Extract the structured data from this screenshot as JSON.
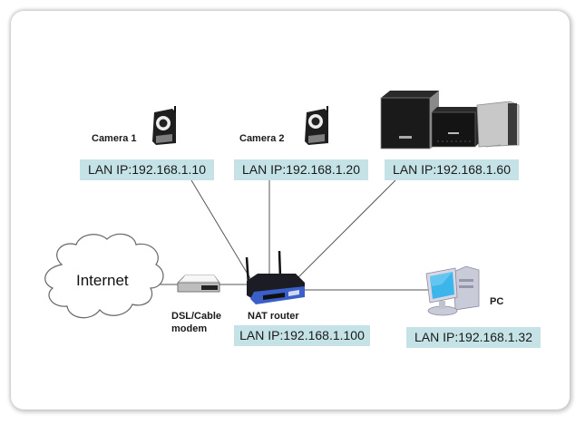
{
  "diagram": {
    "nodes": {
      "camera1": {
        "label": "Camera 1",
        "ip": "LAN IP:192.168.1.10",
        "icon": "ip-camera-icon"
      },
      "camera2": {
        "label": "Camera 2",
        "ip": "LAN IP:192.168.1.20",
        "icon": "ip-camera-icon"
      },
      "nas": {
        "label": "",
        "ip": "LAN IP:192.168.1.60",
        "icon": "nas-storage-icon"
      },
      "internet": {
        "label": "Internet",
        "icon": "cloud-icon"
      },
      "modem": {
        "label_line1": "DSL/Cable",
        "label_line2": "modem",
        "icon": "modem-icon"
      },
      "router": {
        "label": "NAT router",
        "ip": "LAN IP:192.168.1.100",
        "icon": "wireless-router-icon"
      },
      "pc": {
        "label": "PC",
        "ip": "LAN IP:192.168.1.32",
        "icon": "desktop-pc-icon"
      }
    },
    "edges": [
      [
        "internet",
        "modem"
      ],
      [
        "modem",
        "router"
      ],
      [
        "camera1",
        "router"
      ],
      [
        "camera2",
        "router"
      ],
      [
        "nas",
        "router"
      ],
      [
        "router",
        "pc"
      ]
    ],
    "colors": {
      "ip_box": "#c5e3e6",
      "link": "#555555",
      "router_blue": "#3a5fc8"
    }
  }
}
